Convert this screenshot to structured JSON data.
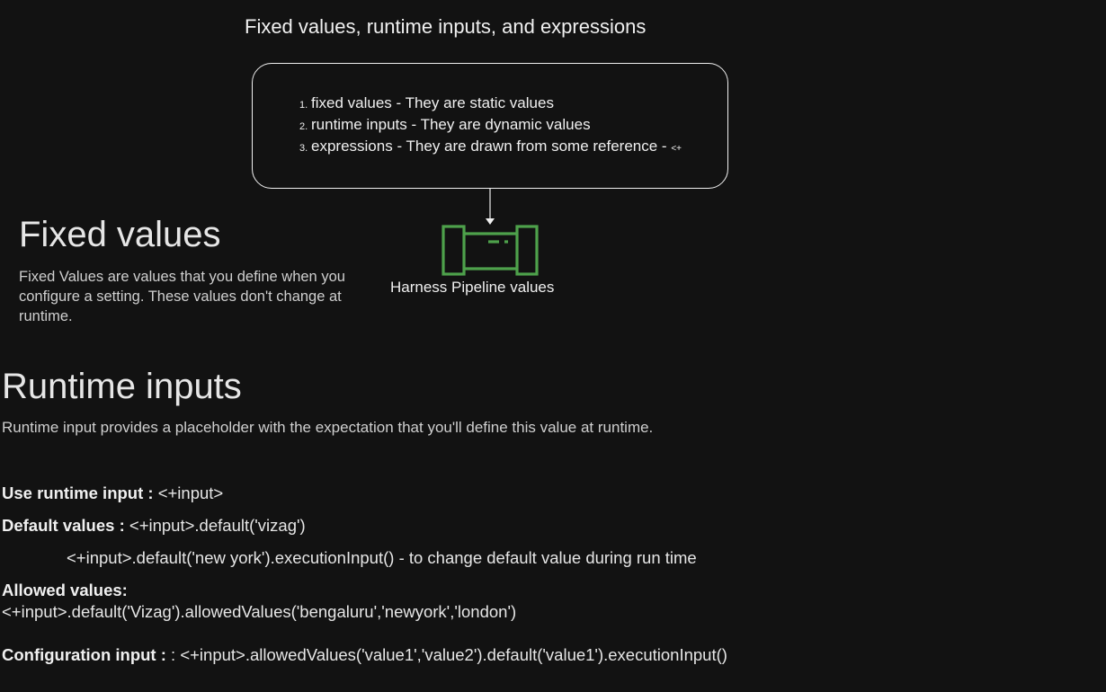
{
  "diagram": {
    "title": "Fixed values, runtime inputs, and expressions",
    "box": {
      "items": [
        {
          "num": "1.",
          "term": "fixed values",
          "sep": " - ",
          "desc": "They are static values",
          "suffix": ""
        },
        {
          "num": "2.",
          "term": "runtime inputs",
          "sep": " - ",
          "desc": "They are dynamic values",
          "suffix": ""
        },
        {
          "num": "3.",
          "term": "expressions",
          "sep": " - ",
          "desc": "They are drawn from some reference",
          "suffix": " - ",
          "tail": "<+"
        }
      ]
    },
    "pipeline_label": "Harness Pipeline values",
    "icon_color": "#4ea14b"
  },
  "fixed": {
    "heading": "Fixed values",
    "description": "Fixed Values are values that you define when you configure a setting. These values don't change at runtime."
  },
  "runtime": {
    "heading": "Runtime inputs",
    "description": "Runtime input provides a placeholder with the expectation that you'll define this value at runtime.",
    "use_label": "Use runtime input :",
    "use_value": " <+input>",
    "default_label": "Default values :",
    "default_value": " <+input>.default('vizag')",
    "default_exec": "<+input>.default('new york').executionInput() - to change default value during run time",
    "allowed_label": "Allowed values:",
    "allowed_value": "<+input>.default('Vizag').allowedValues('bengaluru','newyork','london')",
    "config_label": "Configuration input :",
    "config_value": "  : <+input>.allowedValues('value1','value2').default('value1').executionInput()"
  }
}
